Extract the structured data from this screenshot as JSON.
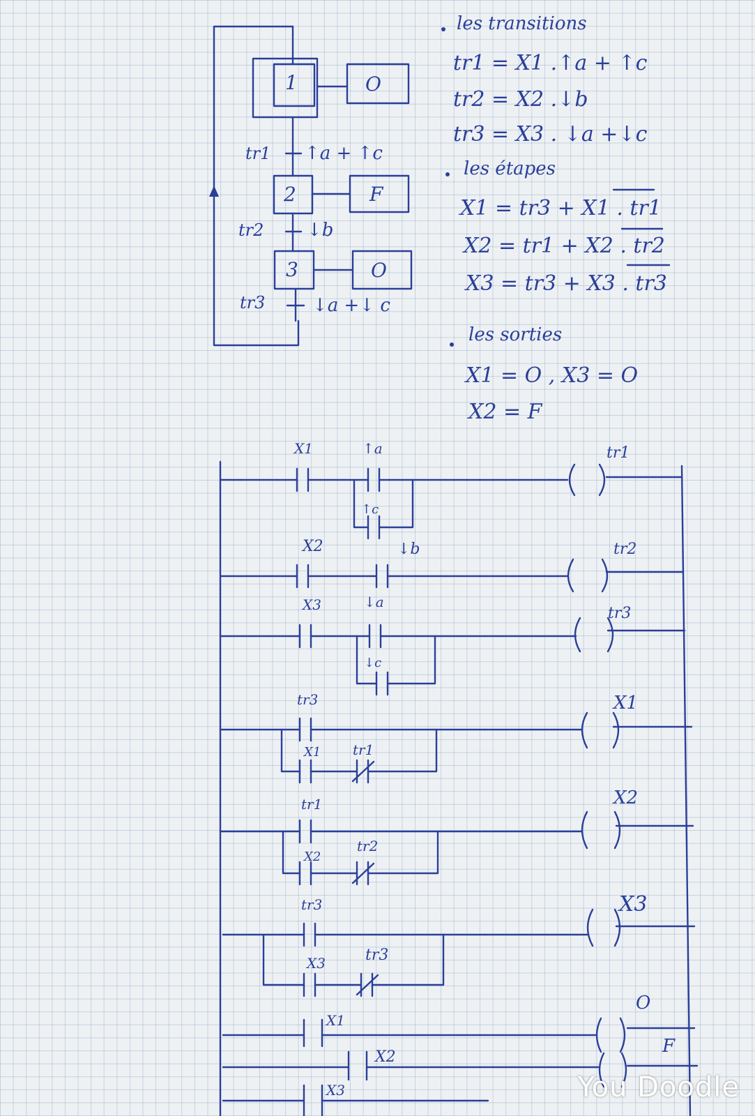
{
  "grafcet": {
    "steps": [
      "1",
      "2",
      "3"
    ],
    "actions": [
      "O",
      "F",
      "O"
    ],
    "transitions": [
      {
        "name": "tr1",
        "condition": "↑a + ↑c"
      },
      {
        "name": "tr2",
        "condition": "↓b"
      },
      {
        "name": "tr3",
        "condition": "↓a +↓ c"
      }
    ]
  },
  "equations": {
    "transitions_heading": "les transitions",
    "transitions": [
      "tr1 = X1 .↑a + ↑c",
      "tr2 = X2 .↓b",
      "tr3 = X3 . ↓a +↓c"
    ],
    "steps_heading": "les étapes",
    "steps": [
      "X1 = tr3 + X1 . tr1",
      "X2 = tr1 + X2 . tr2",
      "X3 = tr3 + X3 . tr3"
    ],
    "outputs_heading": "les sorties",
    "outputs_line1": "X1 = O , X3 = O",
    "outputs_line2": "X2 = F"
  },
  "ladder": {
    "rungs": [
      {
        "contacts": [
          "X1",
          "↑a"
        ],
        "parallel": "↑c",
        "coil": "tr1"
      },
      {
        "contacts": [
          "X2",
          "↓b"
        ],
        "coil": "tr2"
      },
      {
        "contacts": [
          "X3",
          "↓a"
        ],
        "parallel": "↓c",
        "coil": "tr3"
      },
      {
        "contacts": [
          "tr3"
        ],
        "parallel": [
          "X1",
          "tr1"
        ],
        "coil": "X1"
      },
      {
        "contacts": [
          "tr1"
        ],
        "parallel": [
          "X2",
          "tr2"
        ],
        "coil": "X2"
      },
      {
        "contacts": [
          "tr3"
        ],
        "parallel": [
          "X3",
          "tr3"
        ],
        "coil": "X3"
      },
      {
        "contacts": [
          "X1"
        ],
        "coil": "O"
      },
      {
        "contacts": [
          "X2"
        ],
        "coil": "F"
      },
      {
        "contacts": [
          "X3"
        ]
      }
    ]
  },
  "watermark": "You Doodle"
}
